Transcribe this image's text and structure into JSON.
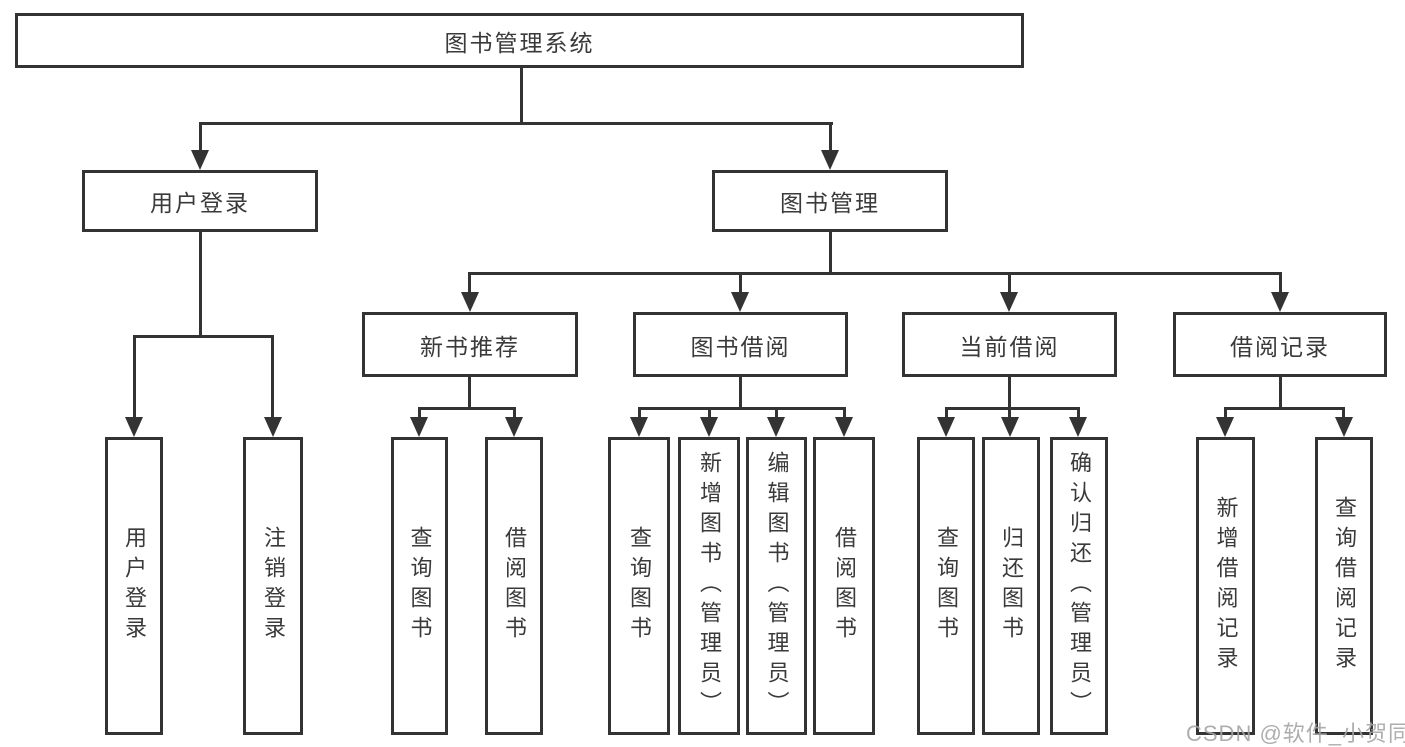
{
  "title": "图书管理系统",
  "branches": {
    "user_login": {
      "label": "用户登录",
      "children": [
        "用户登录",
        "注销登录"
      ]
    },
    "book_management": {
      "label": "图书管理",
      "sections": {
        "new_books": {
          "label": "新书推荐",
          "children": [
            "查询图书",
            "借阅图书"
          ]
        },
        "book_borrow": {
          "label": "图书借阅",
          "children": [
            "查询图书",
            "新增图书（管理员）",
            "编辑图书（管理员）",
            "借阅图书"
          ]
        },
        "current_borrow": {
          "label": "当前借阅",
          "children": [
            "查询图书",
            "归还图书",
            "确认归还（管理员）"
          ]
        },
        "borrow_records": {
          "label": "借阅记录",
          "children": [
            "新增借阅记录",
            "查询借阅记录"
          ]
        }
      }
    }
  },
  "watermark": "CSDN @软件_小贺同学",
  "colors": {
    "line": "#333333",
    "text": "#3a3a3a",
    "watermark": "#a5a5a5",
    "background": "#ffffff"
  }
}
